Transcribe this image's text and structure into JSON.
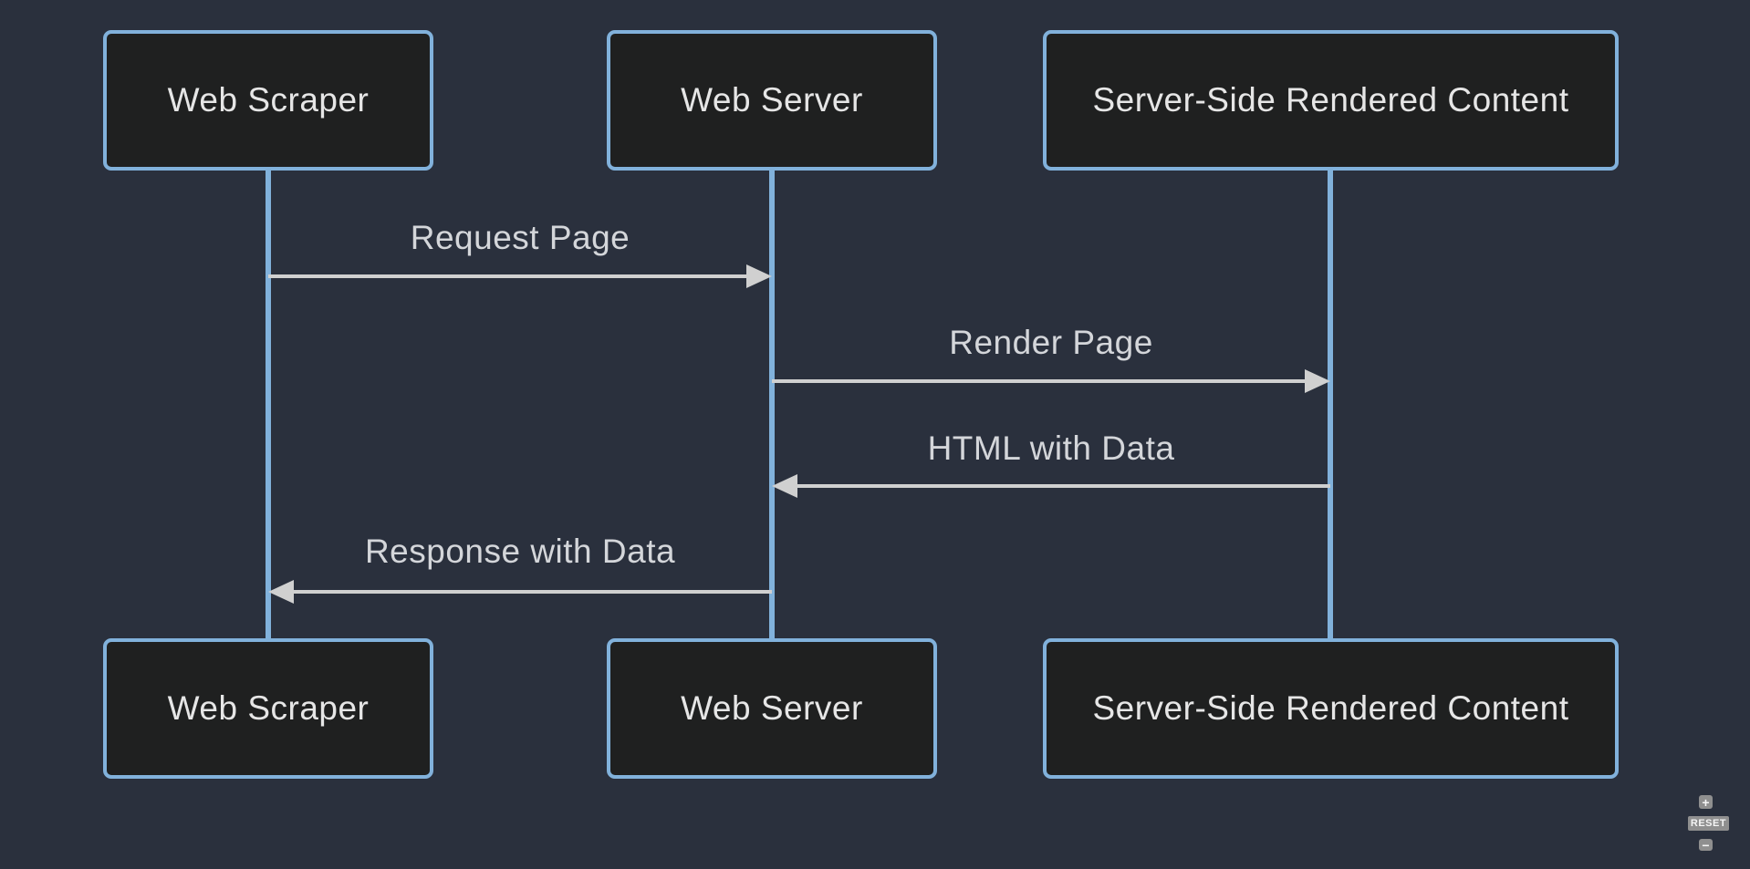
{
  "diagram": {
    "type": "sequence",
    "actors": [
      {
        "id": "web-scraper",
        "label": "Web Scraper"
      },
      {
        "id": "web-server",
        "label": "Web Server"
      },
      {
        "id": "ssr-content",
        "label": "Server-Side Rendered Content"
      }
    ],
    "messages": [
      {
        "from": "Web Scraper",
        "to": "Web Server",
        "label": "Request Page",
        "direction": "right"
      },
      {
        "from": "Web Server",
        "to": "Server-Side Rendered Content",
        "label": "Render Page",
        "direction": "right"
      },
      {
        "from": "Server-Side Rendered Content",
        "to": "Web Server",
        "label": "HTML with Data",
        "direction": "left"
      },
      {
        "from": "Web Server",
        "to": "Web Scraper",
        "label": "Response with Data",
        "direction": "left"
      }
    ]
  },
  "controls": {
    "zoom_in_label": "+",
    "reset_label": "RESET",
    "zoom_out_label": "−"
  },
  "colors": {
    "background": "#2a303d",
    "actor_fill": "#1f2020",
    "actor_border": "#81b1db",
    "lifeline": "#81b1db",
    "arrow": "#d0d0d0",
    "message_text": "#d4d6da",
    "actor_text": "#e6e6e6",
    "control_button_bg": "#8f8f8f"
  }
}
